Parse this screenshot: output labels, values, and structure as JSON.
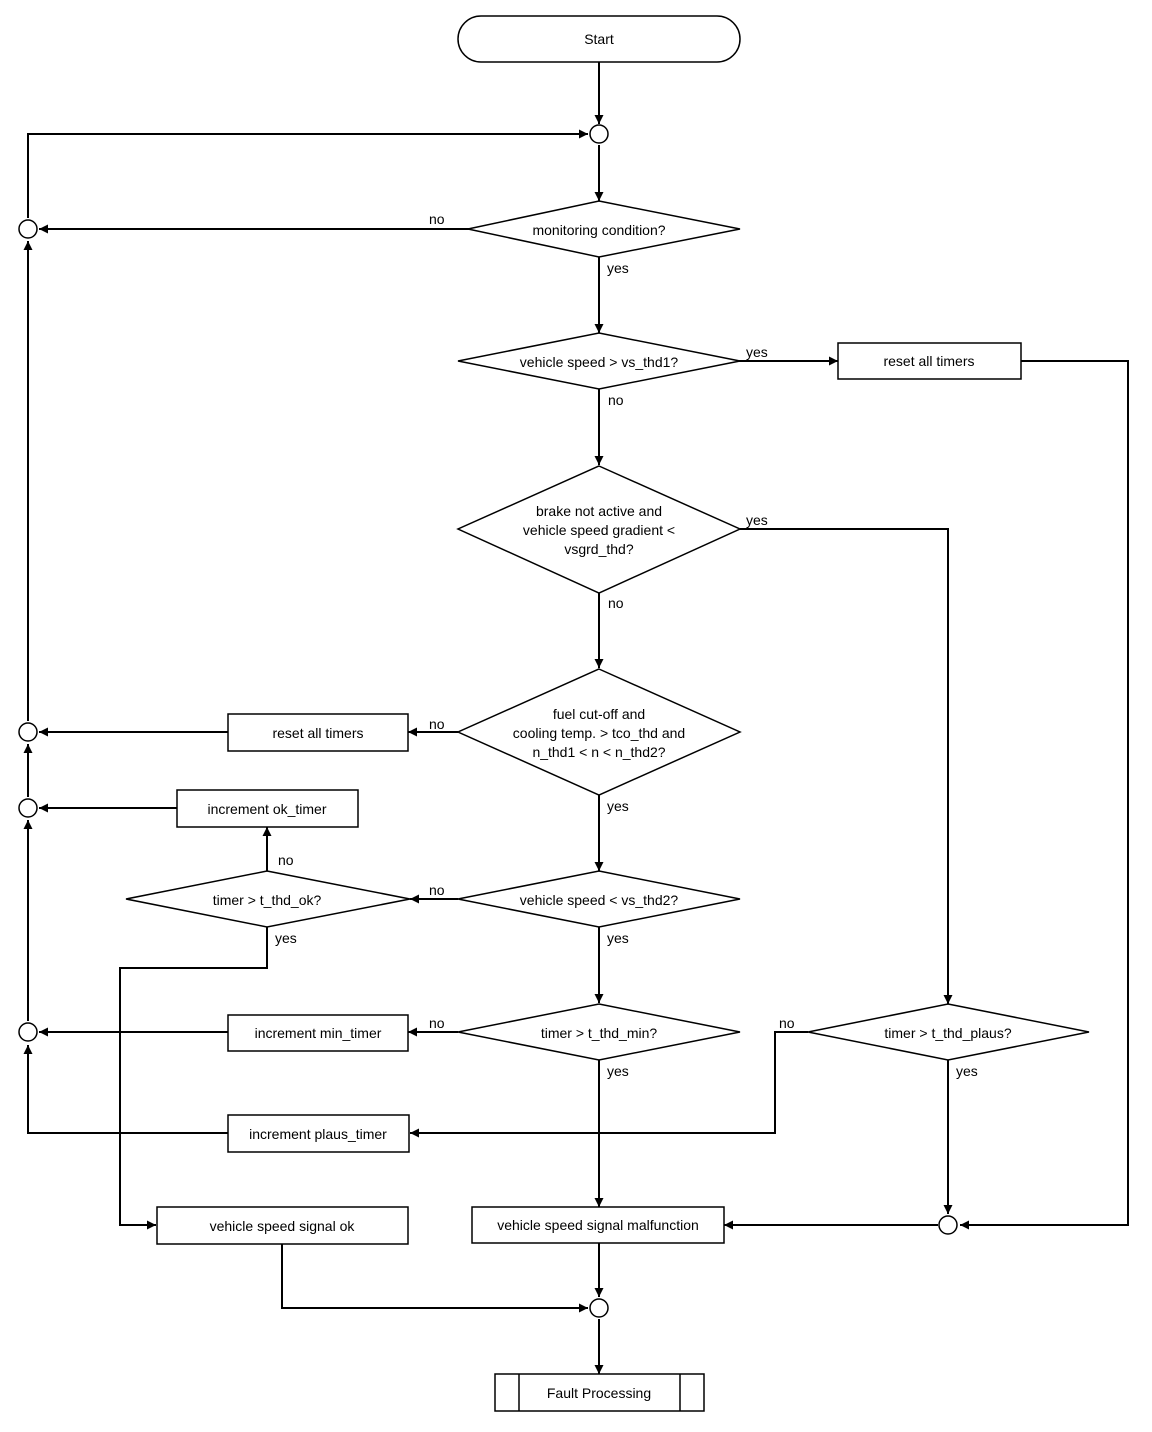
{
  "start": "Start",
  "decisions": {
    "monitoring": "monitoring condition?",
    "vs_gt_thd1": "vehicle speed > vs_thd1?",
    "brake_l1": "brake not active and",
    "brake_l2": "vehicle speed gradient <",
    "brake_l3": "vsgrd_thd?",
    "fuel_l1": "fuel cut-off and",
    "fuel_l2": "cooling temp. > tco_thd and",
    "fuel_l3": "n_thd1 < n < n_thd2?",
    "vs_lt_thd2": "vehicle speed < vs_thd2?",
    "timer_ok": "timer > t_thd_ok?",
    "timer_min": "timer > t_thd_min?",
    "timer_plaus": "timer > t_thd_plaus?"
  },
  "processes": {
    "reset_right": "reset all timers",
    "reset_left": "reset all timers",
    "inc_ok": "increment ok_timer",
    "inc_min": "increment min_timer",
    "inc_plaus": "increment plaus_timer",
    "signal_ok": "vehicle speed signal ok",
    "signal_malfunction": "vehicle speed signal malfunction",
    "fault_processing": "Fault Processing"
  },
  "labels": {
    "yes": "yes",
    "no": "no"
  }
}
